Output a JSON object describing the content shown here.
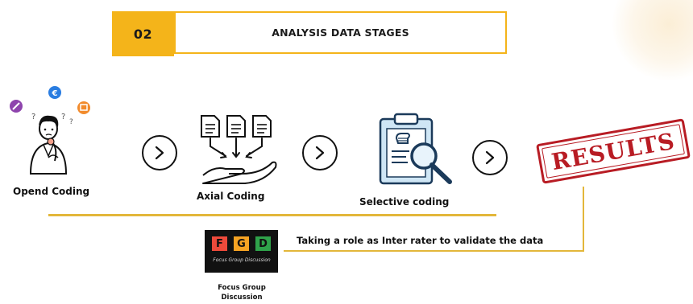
{
  "header": {
    "number": "02",
    "title": "ANALYSIS DATA STAGES",
    "accent_color": "#f4b41a"
  },
  "stages": [
    {
      "label": "Opend Coding",
      "icon": "thinking-person-icon"
    },
    {
      "label": "Axial Coding",
      "icon": "documents-to-hand-icon"
    },
    {
      "label": "Selective coding",
      "icon": "clipboard-magnifier-icon"
    }
  ],
  "arrows": {
    "icon": "chevron-right-icon"
  },
  "results": {
    "stamp_text": "RESULTS",
    "color": "#b81c24"
  },
  "fgd": {
    "letters": [
      "F",
      "G",
      "D"
    ],
    "letter_colors": [
      "#ef4a3b",
      "#f6a323",
      "#2fa24a"
    ],
    "subtitle": "Focus Group Discussion",
    "caption_line1": "Focus Group",
    "caption_line2": "Discussion"
  },
  "validation": {
    "text": "Taking a role  as Inter rater to validate the data"
  }
}
